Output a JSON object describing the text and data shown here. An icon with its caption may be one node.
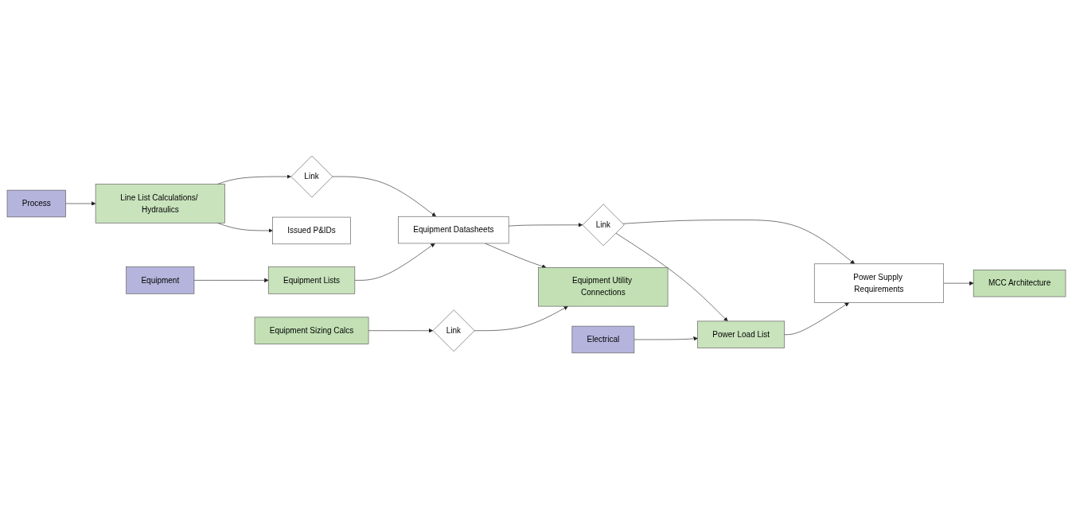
{
  "diagram": {
    "nodes": [
      {
        "text": [
          "Process"
        ]
      },
      {
        "text": [
          "Line List Calculations/ Hydraulics"
        ]
      },
      {
        "text": [
          "Issued P&IDs"
        ]
      },
      {
        "text": [
          "Link"
        ]
      },
      {
        "text": [
          "Equipment"
        ]
      },
      {
        "text": [
          "Equipment Lists"
        ]
      },
      {
        "text": [
          "Equipment Datasheets"
        ]
      },
      {
        "text": [
          "Equipment Sizing Calcs"
        ]
      },
      {
        "text": [
          "Link"
        ]
      },
      {
        "text": [
          "Equipment Utility Connections"
        ]
      },
      {
        "text": [
          "Link"
        ]
      },
      {
        "text": [
          "Electrical"
        ]
      },
      {
        "text": [
          "Power Load List"
        ]
      },
      {
        "text": [
          "Power Supply Requirements"
        ]
      },
      {
        "text": [
          "MCC Architecture"
        ]
      }
    ],
    "edges": [
      {
        "from": 0,
        "to": 1,
        "arrow": "to"
      },
      {
        "from": 1,
        "to": 2,
        "arrow": "to"
      },
      {
        "from": 1,
        "to": 3,
        "arrow": "to"
      },
      {
        "from": 3,
        "to": 6,
        "arrow": "to"
      },
      {
        "from": 4,
        "to": 5,
        "arrow": "to"
      },
      {
        "from": 5,
        "to": 6,
        "arrow": "to"
      },
      {
        "from": 6,
        "to": 9,
        "arrow": "to"
      },
      {
        "from": 7,
        "to": 8,
        "arrow": "to"
      },
      {
        "from": 8,
        "to": 9,
        "arrow": "to"
      },
      {
        "from": 6,
        "to": 10,
        "arrow": "to"
      },
      {
        "from": 10,
        "to": 12,
        "arrow": "to"
      },
      {
        "from": 10,
        "to": 13,
        "arrow": "to"
      },
      {
        "from": 11,
        "to": 12,
        "arrow": "to"
      },
      {
        "from": 12,
        "to": 13,
        "arrow": "to"
      },
      {
        "from": 13,
        "to": 14,
        "arrow": "to"
      }
    ]
  }
}
